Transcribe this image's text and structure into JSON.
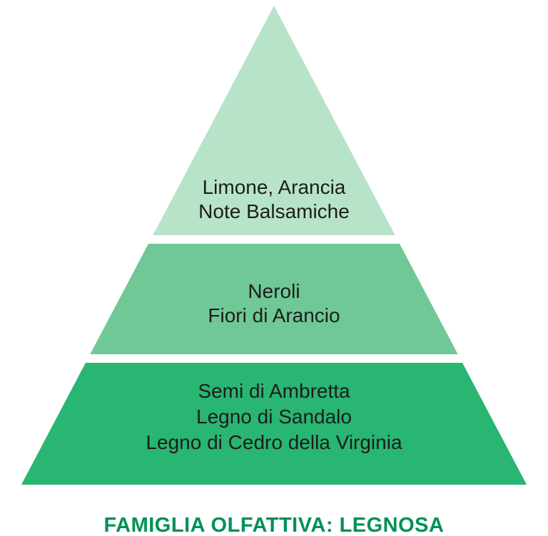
{
  "pyramid": {
    "text_color": "#1d1d1b",
    "tiers": [
      {
        "level": "top-notes",
        "color": "#b7e4c9",
        "lines": [
          "Limone, Arancia",
          "Note Balsamiche"
        ]
      },
      {
        "level": "heart-notes",
        "color": "#6fc896",
        "lines": [
          "Neroli",
          "Fiori di Arancio"
        ]
      },
      {
        "level": "base-notes",
        "color": "#29b572",
        "lines": [
          "Semi di Ambretta",
          "Legno di Sandalo",
          "Legno di Cedro della Virginia"
        ]
      }
    ]
  },
  "caption": {
    "text": "FAMIGLIA OLFATTIVA: LEGNOSA",
    "color": "#009155"
  }
}
